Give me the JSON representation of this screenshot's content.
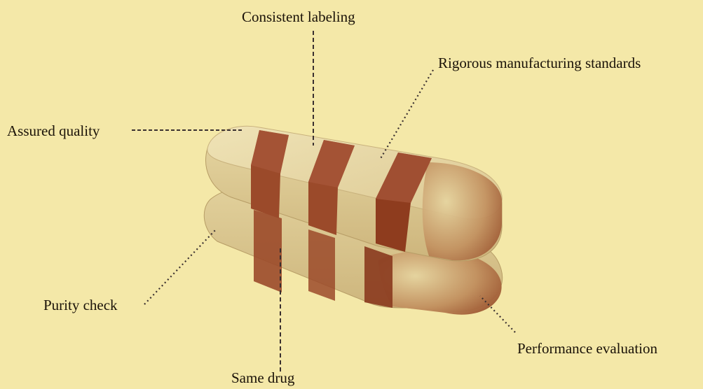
{
  "diagram": {
    "labels": {
      "consistent_labeling": "Consistent labeling",
      "rigorous_manufacturing": "Rigorous manufacturing standards",
      "assured_quality": "Assured quality",
      "purity_check": "Purity check",
      "performance_evaluation": "Performance evaluation",
      "same_drug": "Same drug"
    },
    "colors": {
      "background": "#f4e8a8",
      "pill_light": "#eadcaa",
      "pill_shade": "#d9c48e",
      "band": "#9b4a2a",
      "band_dark": "#7e3519",
      "leader_line": "#3a3030",
      "text": "#1a1208"
    }
  }
}
